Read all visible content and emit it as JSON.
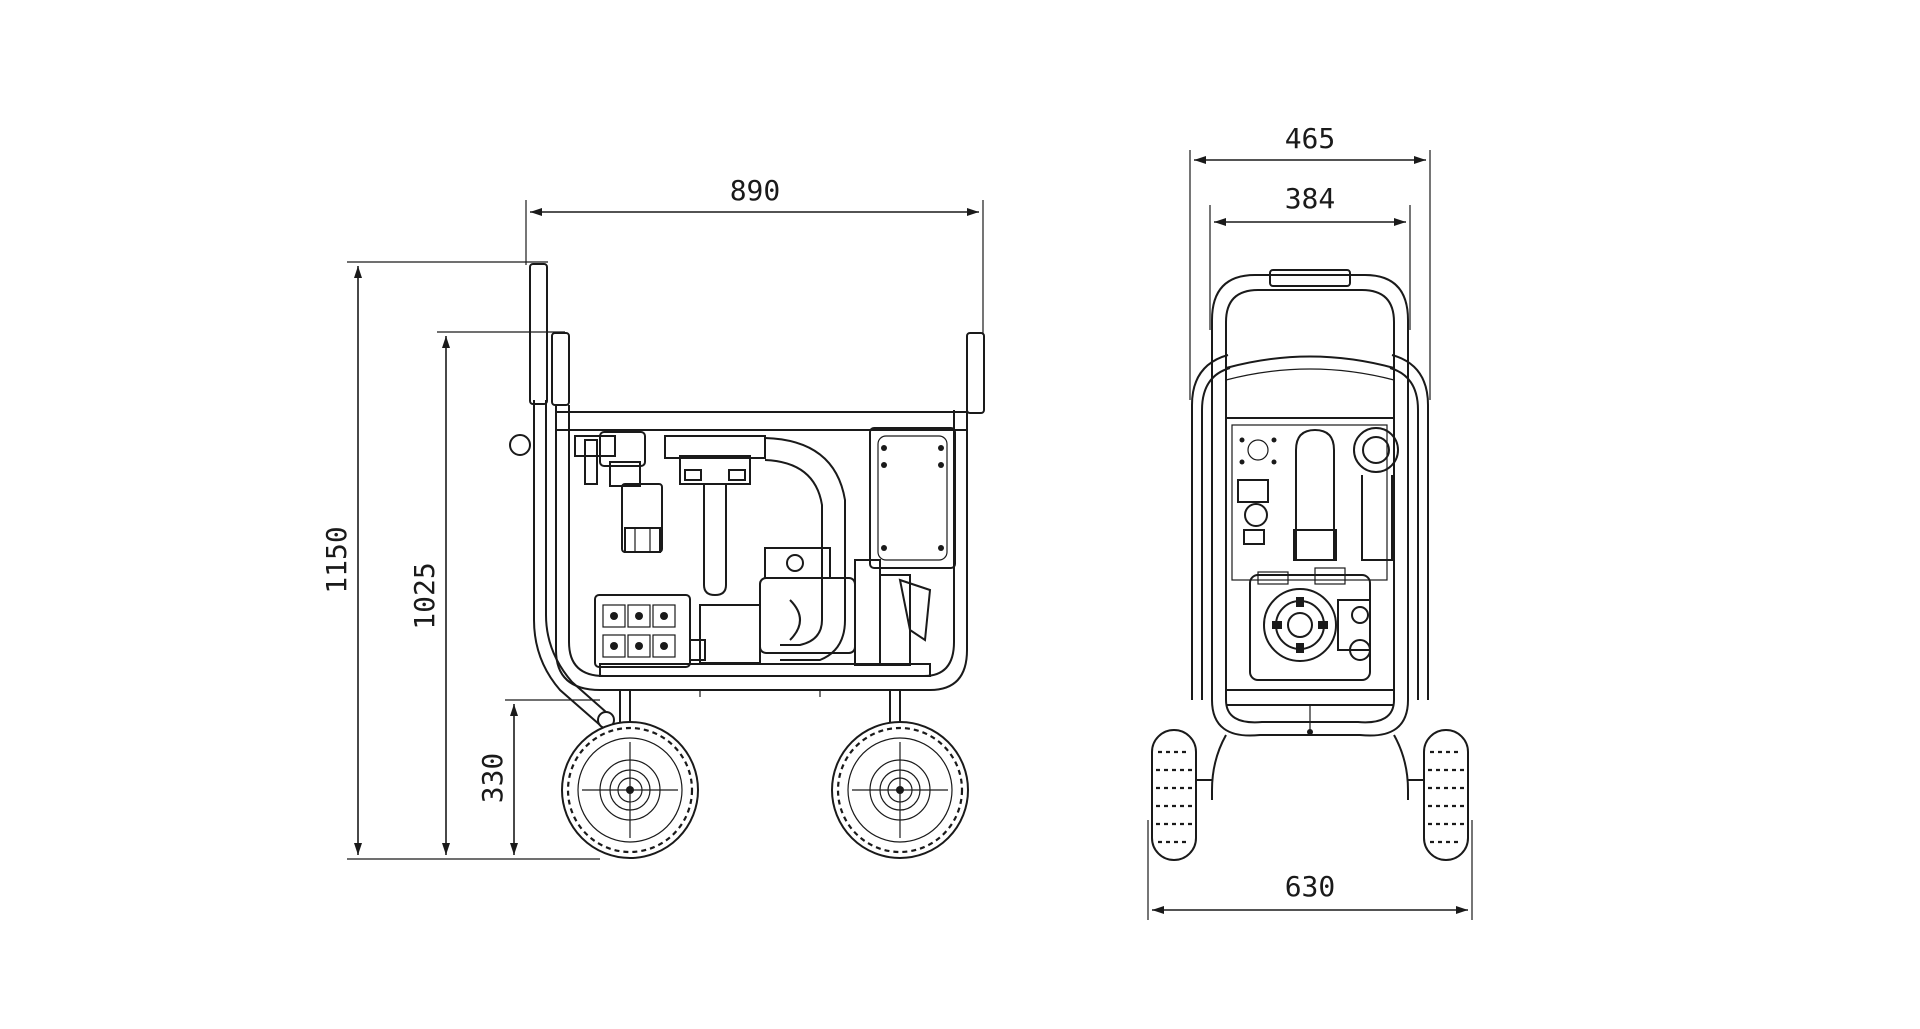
{
  "dimensions": {
    "side_length": "890",
    "side_total_height": "1150",
    "side_frame_height": "1025",
    "side_chassis_height": "330",
    "front_outer_width": "465",
    "front_inner_width": "384",
    "front_wheel_track": "630"
  }
}
